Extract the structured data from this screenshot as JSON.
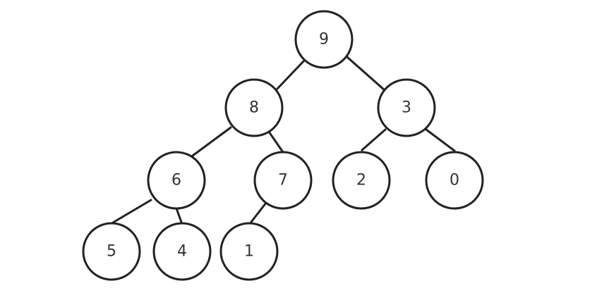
{
  "tree": {
    "nodes": [
      {
        "id": "n9",
        "label": "9"
      },
      {
        "id": "n8",
        "label": "8"
      },
      {
        "id": "n3",
        "label": "3"
      },
      {
        "id": "n6",
        "label": "6"
      },
      {
        "id": "n7",
        "label": "7"
      },
      {
        "id": "n2",
        "label": "2"
      },
      {
        "id": "n0",
        "label": "0"
      },
      {
        "id": "n5",
        "label": "5"
      },
      {
        "id": "n4",
        "label": "4"
      },
      {
        "id": "n1",
        "label": "1"
      }
    ],
    "edges": [
      {
        "from": "n9",
        "to": "n8"
      },
      {
        "from": "n9",
        "to": "n3"
      },
      {
        "from": "n8",
        "to": "n6"
      },
      {
        "from": "n8",
        "to": "n7"
      },
      {
        "from": "n3",
        "to": "n2"
      },
      {
        "from": "n3",
        "to": "n0"
      },
      {
        "from": "n6",
        "to": "n5"
      },
      {
        "from": "n6",
        "to": "n4"
      },
      {
        "from": "n7",
        "to": "n1"
      }
    ]
  }
}
